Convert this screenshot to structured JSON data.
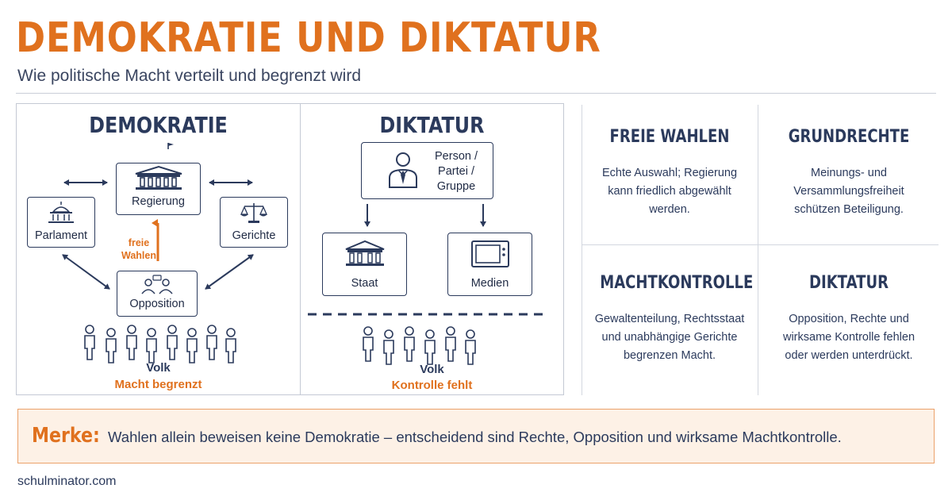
{
  "header": {
    "title": "DEMOKRATIE UND DIKTATUR",
    "subtitle": "Wie politische Macht verteilt und begrenzt wird"
  },
  "demokratie": {
    "title": "DEMOKRATIE",
    "regierung": "Regierung",
    "parlament": "Parlament",
    "gerichte": "Gerichte",
    "opposition": "Opposition",
    "freie_wahlen_1": "freie",
    "freie_wahlen_2": "Wahlen",
    "volk": "Volk",
    "volk_note": "Macht begrenzt"
  },
  "diktatur": {
    "title": "DIKTATUR",
    "ruler_1": "Person /",
    "ruler_2": "Partei /",
    "ruler_3": "Gruppe",
    "staat": "Staat",
    "medien": "Medien",
    "volk": "Volk",
    "volk_note": "Kontrolle fehlt"
  },
  "cards": [
    {
      "title": "FREIE WAHLEN",
      "l1": "Echte Auswahl; Regierung",
      "l2": "kann friedlich abgewählt",
      "l3": "werden."
    },
    {
      "title": "GRUNDRECHTE",
      "l1": "Meinungs- und",
      "l2": "Versammlungsfreiheit",
      "l3": "schützen Beteiligung."
    },
    {
      "title": "MACHTKONTROLLE",
      "l1": "Gewaltenteilung, Rechtsstaat",
      "l2": "und unabhängige Gerichte",
      "l3": "begrenzen Macht."
    },
    {
      "title": "DIKTATUR",
      "l1": "Opposition, Rechte und",
      "l2": "wirksame Kontrolle fehlen",
      "l3": "oder werden unterdrückt."
    }
  ],
  "merke": {
    "label": "Merke:",
    "text": "Wahlen allein beweisen keine Demokratie – entscheidend sind Rechte, Opposition und wirksame Machtkontrolle."
  },
  "footer": "schulminator.com",
  "colors": {
    "accent": "#e0711e",
    "navy": "#2b3a5c",
    "merke_bg": "#fdf1e6"
  },
  "icons": [
    "government-building-icon",
    "capitol-icon",
    "scales-icon",
    "people-talking-icon",
    "person-suit-icon",
    "bank-icon",
    "tv-icon",
    "person-icon",
    "arrow-icon"
  ]
}
